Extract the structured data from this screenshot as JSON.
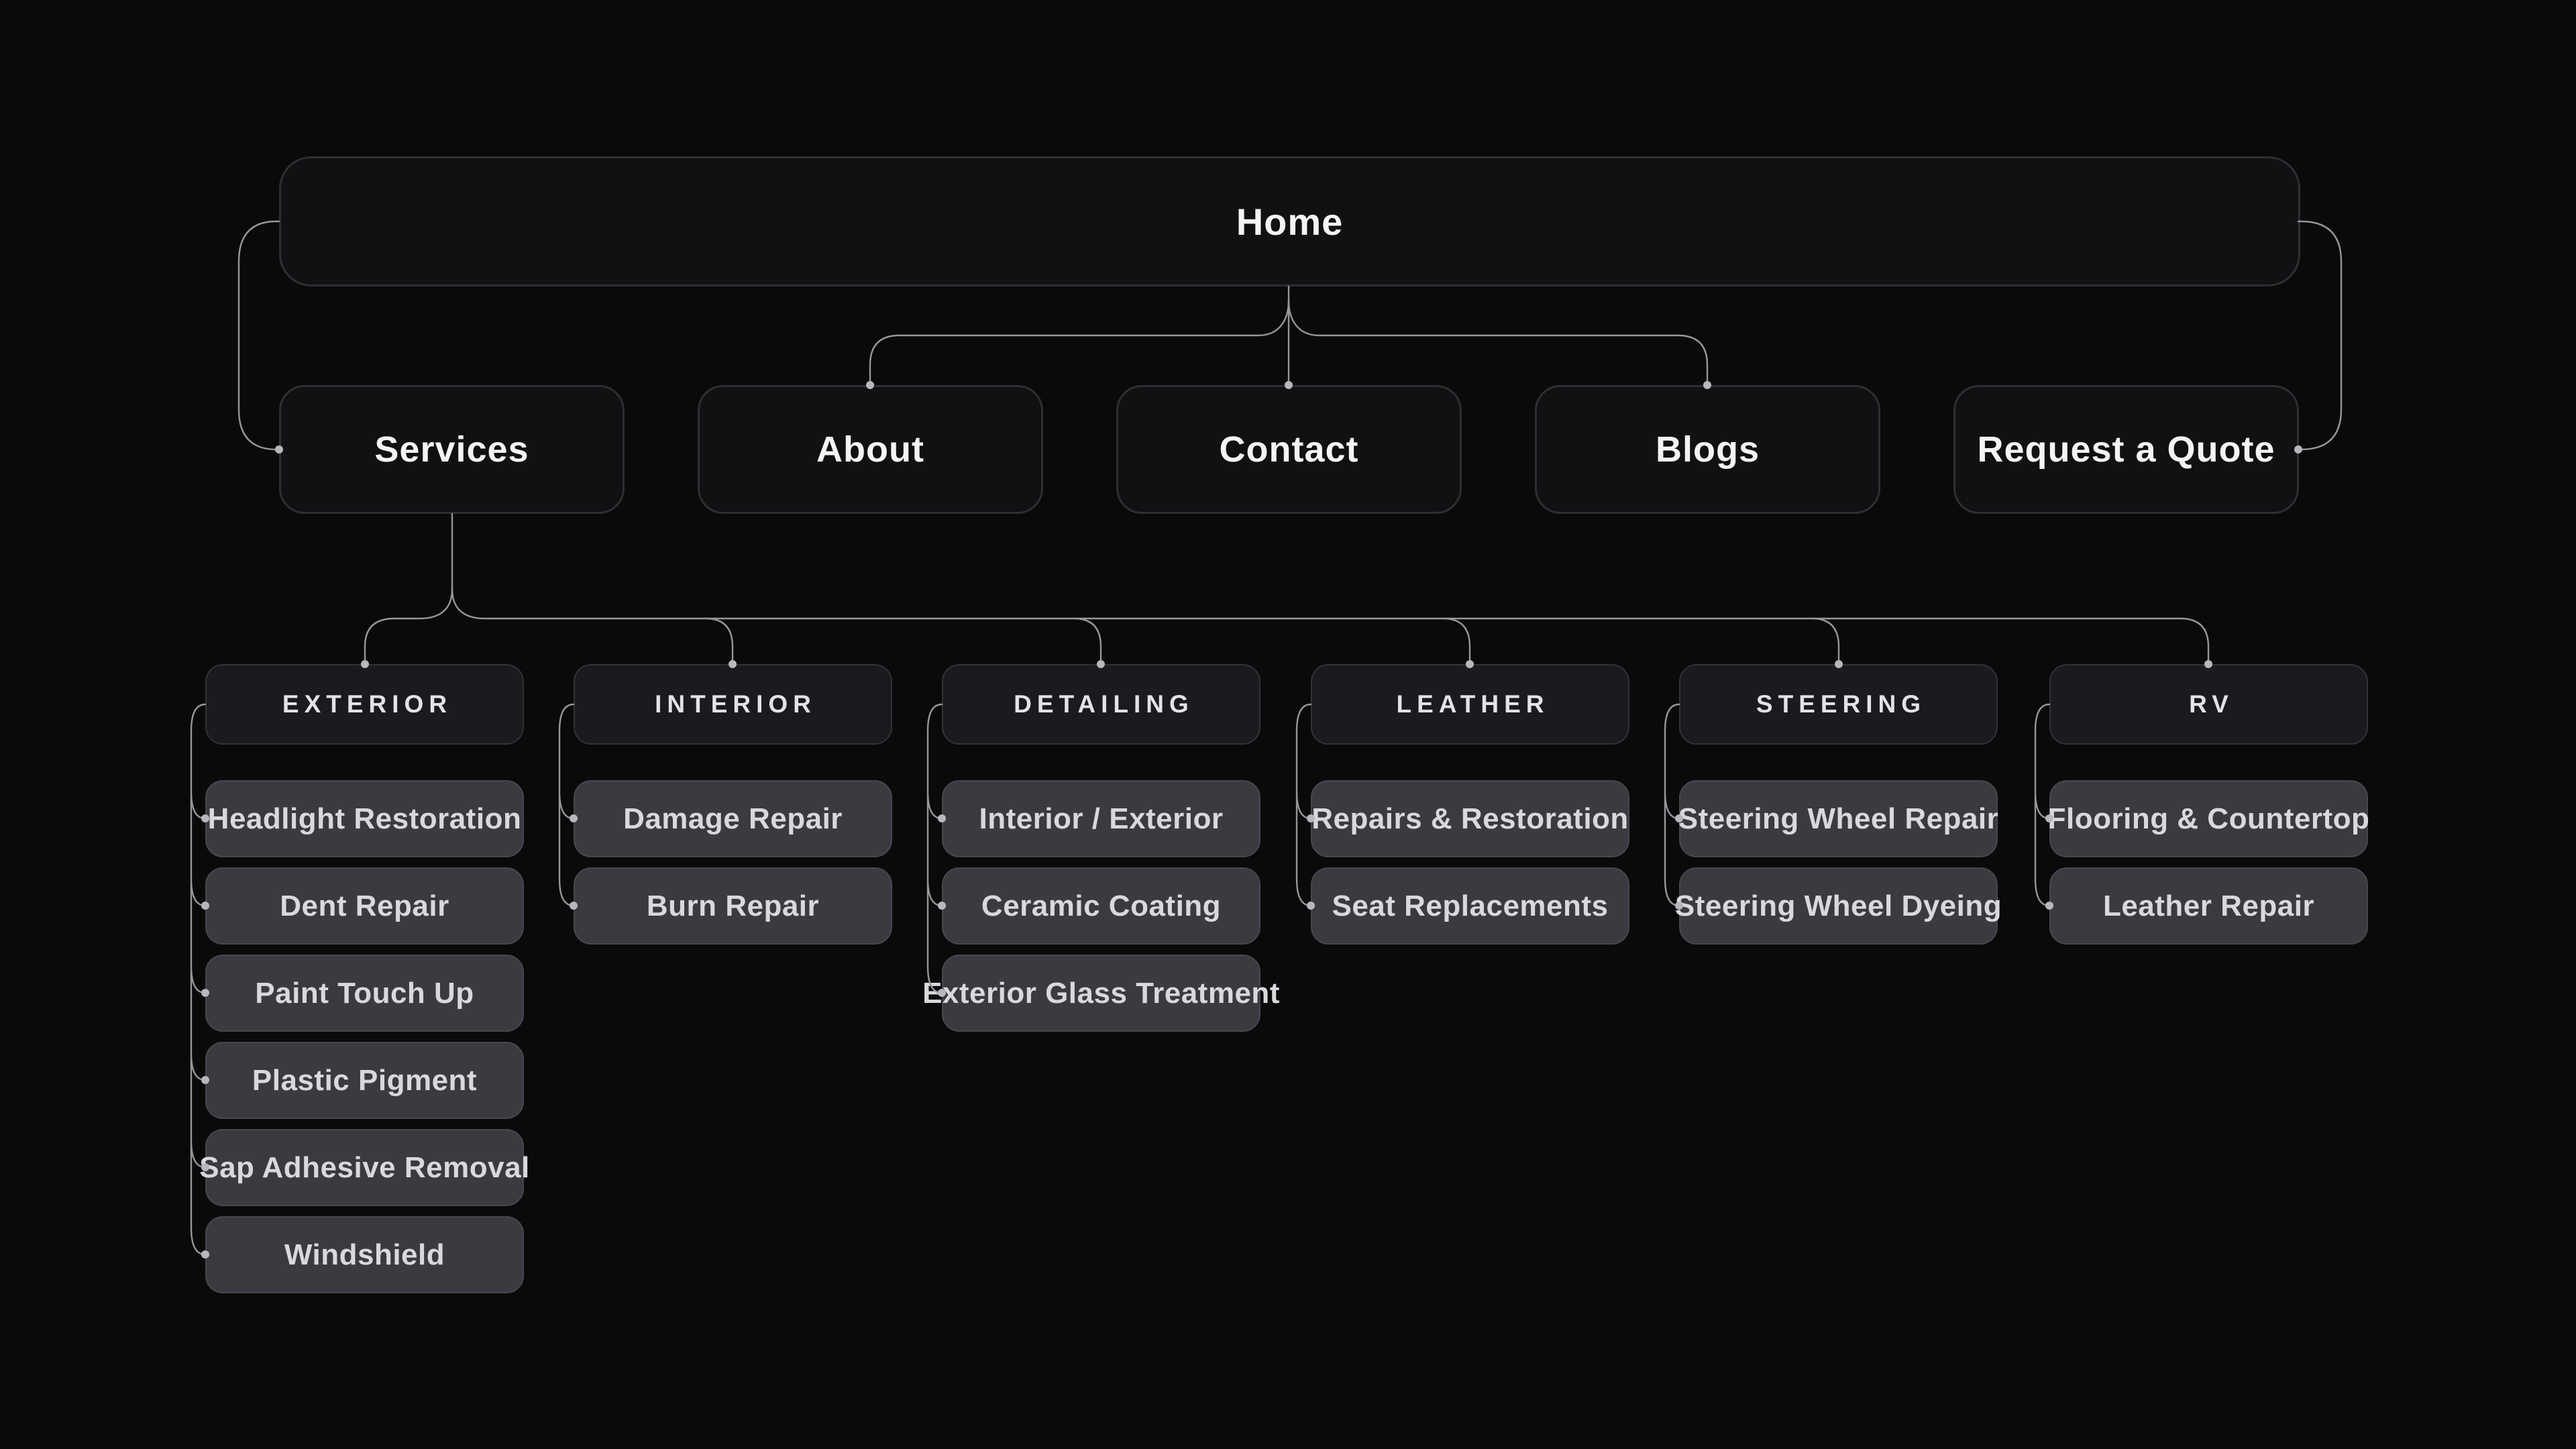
{
  "diagram": {
    "title": "Sitemap flowchart",
    "root": {
      "label": "Home"
    },
    "nav": [
      {
        "label": "Services"
      },
      {
        "label": "About"
      },
      {
        "label": "Contact"
      },
      {
        "label": "Blogs"
      },
      {
        "label": "Request a Quote"
      }
    ],
    "columns": [
      {
        "header": "EXTERIOR",
        "children": [
          "Headlight Restoration",
          "Dent Repair",
          "Paint Touch Up",
          "Plastic Pigment",
          "Sap Adhesive Removal",
          "Windshield"
        ]
      },
      {
        "header": "INTERIOR",
        "children": [
          "Damage Repair",
          "Burn Repair"
        ]
      },
      {
        "header": "DETAILING",
        "children": [
          "Interior / Exterior",
          "Ceramic Coating",
          "Exterior Glass Treatment"
        ]
      },
      {
        "header": "LEATHER",
        "children": [
          "Repairs & Restoration",
          "Seat Replacements"
        ]
      },
      {
        "header": "STEERING",
        "children": [
          "Steering Wheel Repair",
          "Steering Wheel Dyeing"
        ]
      },
      {
        "header": "RV",
        "children": [
          "Flooring & Countertop",
          "Leather Repair"
        ]
      }
    ],
    "colors": {
      "background": "#0a0a0b",
      "page_node_fill": "#101113",
      "page_node_border": "#2e2f32",
      "category_node_fill": "#1a1b1e",
      "category_node_border": "#323337",
      "item_node_fill": "#3a3b40",
      "item_node_border": "#47484d",
      "connector_line": "#96979b",
      "connector_dot": "#b7b8bb",
      "text_primary": "#f4f4f6",
      "text_secondary": "#d8d9dc"
    }
  }
}
